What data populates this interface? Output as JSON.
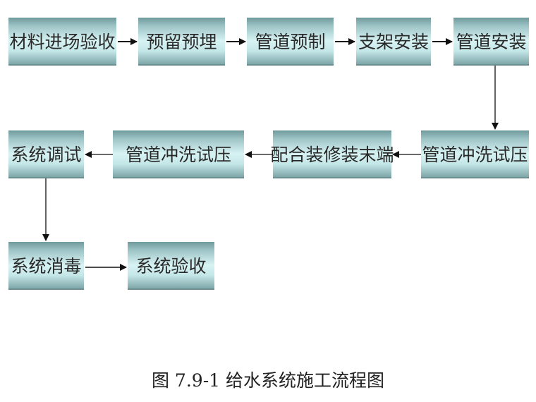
{
  "nodes": [
    {
      "id": "n1",
      "label": "材料进场验收"
    },
    {
      "id": "n2",
      "label": "预留预埋"
    },
    {
      "id": "n3",
      "label": "管道预制"
    },
    {
      "id": "n4",
      "label": "支架安装"
    },
    {
      "id": "n5",
      "label": "管道安装"
    },
    {
      "id": "n6",
      "label": "管道冲洗试压"
    },
    {
      "id": "n7",
      "label": "配合装修装末端"
    },
    {
      "id": "n8",
      "label": "管道冲洗试压"
    },
    {
      "id": "n9",
      "label": "系统调试"
    },
    {
      "id": "n10",
      "label": "系统消毒"
    },
    {
      "id": "n11",
      "label": "系统验收"
    }
  ],
  "edges": [
    {
      "from": "n1",
      "to": "n2"
    },
    {
      "from": "n2",
      "to": "n3"
    },
    {
      "from": "n3",
      "to": "n4"
    },
    {
      "from": "n4",
      "to": "n5"
    },
    {
      "from": "n5",
      "to": "n6"
    },
    {
      "from": "n6",
      "to": "n7"
    },
    {
      "from": "n7",
      "to": "n8"
    },
    {
      "from": "n8",
      "to": "n9"
    },
    {
      "from": "n9",
      "to": "n10"
    },
    {
      "from": "n10",
      "to": "n11"
    }
  ],
  "caption": "图 7.9-1 给水系统施工流程图"
}
